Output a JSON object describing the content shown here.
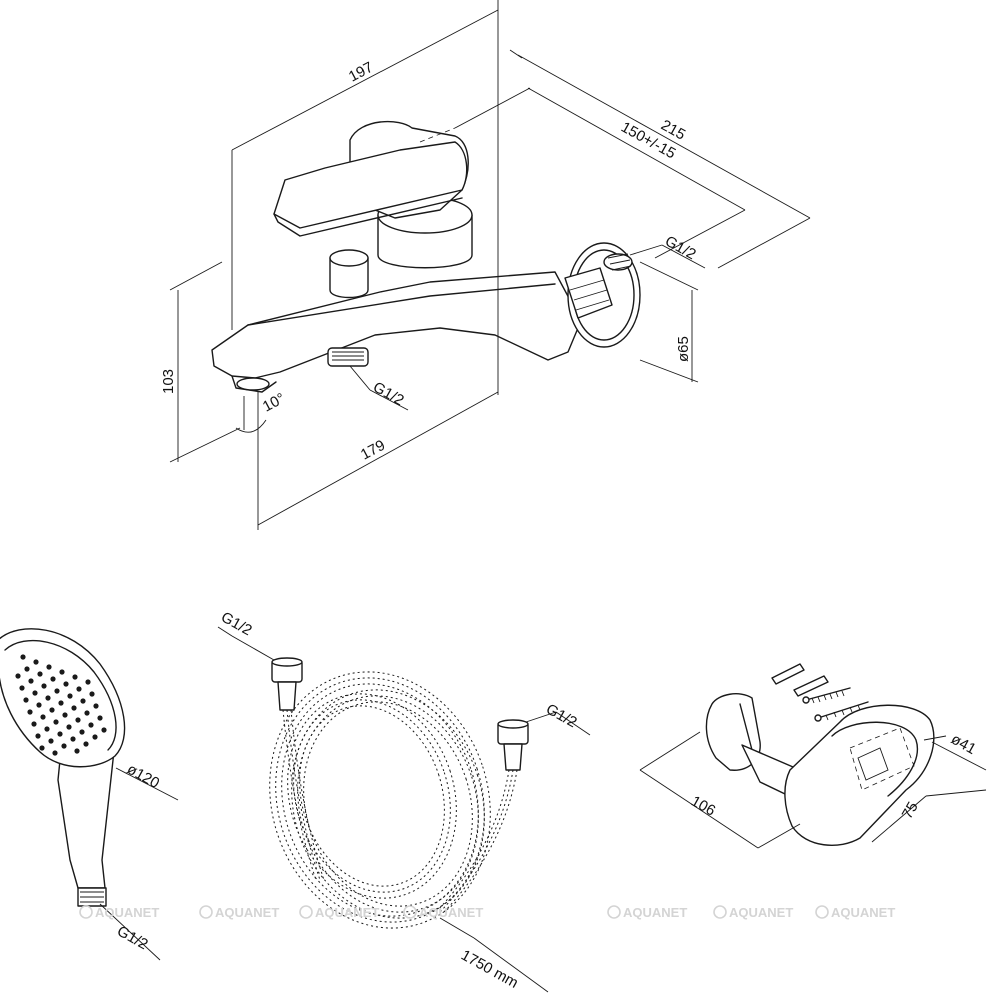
{
  "dimensions": {
    "faucet_total_length": "197",
    "faucet_depth": "215",
    "center_distance": "150+/-15",
    "wall_thread": "G1/2",
    "flange_diameter": "ø65",
    "height": "103",
    "spout_angle": "10°",
    "outlet_thread": "G1/2",
    "spout_reach": "179"
  },
  "hand_shower": {
    "head_diameter": "ø120",
    "thread": "G1/2"
  },
  "hose": {
    "thread_top": "G1/2",
    "thread_right": "G1/2",
    "length": "1750 mm"
  },
  "holder": {
    "diameter": "ø41",
    "length": "106",
    "depth": "75"
  },
  "watermark": {
    "text": "AQUANET",
    "count": 7
  }
}
